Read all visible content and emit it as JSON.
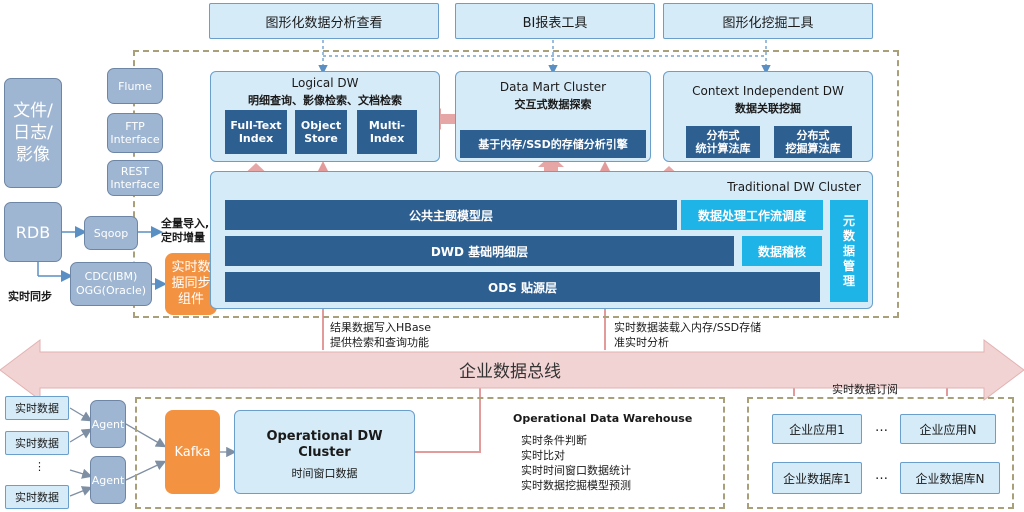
{
  "top_tools": [
    "图形化数据分析查看",
    "BI报表工具",
    "图形化挖掘工具"
  ],
  "sources": {
    "files": "文件/\n日志/\n影像",
    "rdb": "RDB",
    "flume": "Flume",
    "ftp": "FTP\nInterface",
    "rest": "REST\nInterface",
    "sqoop": "Sqoop",
    "cdc": "CDC(IBM)\nOGG(Oracle)",
    "sync_component": "实时数\n据同步\n组件",
    "full_load": "全量导入,\n定时增量",
    "realtime_sync": "实时同步"
  },
  "logical_dw": {
    "title": "Logical DW",
    "subtitle": "明细查询、影像检索、文档检索",
    "items": [
      "Full-Text\nIndex",
      "Object\nStore",
      "Multi-\nIndex"
    ]
  },
  "data_mart": {
    "title": "Data Mart Cluster",
    "subtitle": "交互式数据探索",
    "engine": "基于内存/SSD的存储分析引擎"
  },
  "context_dw": {
    "title": "Context Independent DW",
    "subtitle": "数据关联挖掘",
    "items": [
      "分布式\n统计算法库",
      "分布式\n挖掘算法库"
    ]
  },
  "traditional_dw": {
    "title": "Traditional DW Cluster",
    "layers": [
      "公共主题模型层",
      "DWD 基础明细层",
      "ODS 贴源层"
    ],
    "workflow": "数据处理工作流调度",
    "audit": "数据稽核",
    "metadata": "元\n数\n据\n管\n理"
  },
  "notes": {
    "hbase": "结果数据写入HBase\n提供检索和查询功能",
    "memory": "实时数据装载入内存/SSD存储\n准实时分析",
    "subscribe": "实时数据订阅"
  },
  "bus": "企业数据总线",
  "realtime": {
    "inputs": [
      "实时数据",
      "实时数据",
      "⋮",
      "实时数据"
    ],
    "agents": [
      "Agent",
      "Agent"
    ],
    "kafka": "Kafka",
    "odw_title": "Operational DW\nCluster",
    "odw_sub": "时间窗口数据",
    "odw_heading": "Operational Data Warehouse",
    "odw_items": [
      "实时条件判断",
      "实时比对",
      "实时时间窗口数据统计",
      "实时数据挖掘模型预测"
    ]
  },
  "enterprise": {
    "apps": [
      "企业应用1",
      "企业应用N"
    ],
    "dbs": [
      "企业数据库1",
      "企业数据库N"
    ],
    "ellipsis": "…"
  },
  "colors": {
    "light_box": "#d6ebf8",
    "dark_bar": "#2e5f91",
    "cyan": "#1fb4e8",
    "orange": "#f39241",
    "bus_pink": "#f2d3d3",
    "arrow_pink": "#e39a9a"
  }
}
